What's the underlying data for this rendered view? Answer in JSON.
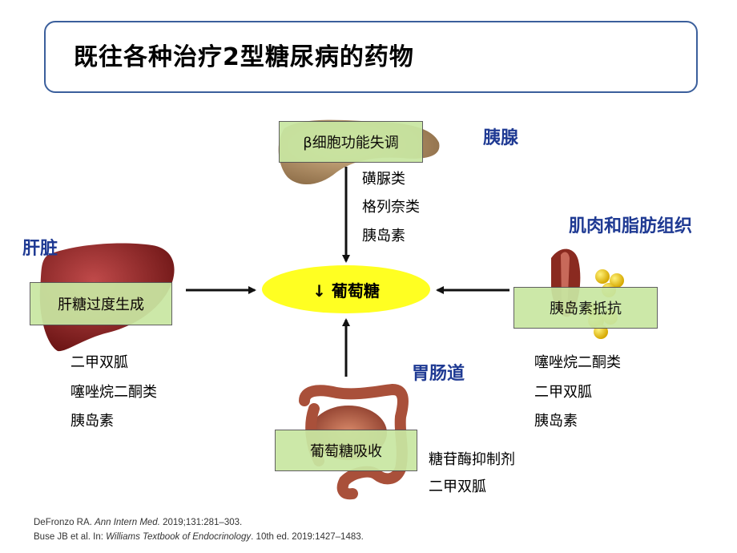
{
  "title": "既往各种治疗2型糖尿病的药物",
  "center": {
    "text": "↓ 葡萄糖"
  },
  "organs": {
    "pancreas": {
      "label": "胰腺",
      "defect": "β细胞功能失调",
      "drugs": [
        "磺脲类",
        "格列奈类",
        "胰岛素"
      ]
    },
    "liver": {
      "label": "肝脏",
      "defect": "肝糖过度生成",
      "drugs": [
        "二甲双胍",
        "噻唑烷二酮类",
        "胰岛素"
      ]
    },
    "muscle": {
      "label": "肌肉和脂肪组织",
      "defect": "胰岛素抵抗",
      "drugs": [
        "噻唑烷二酮类",
        "二甲双胍",
        "胰岛素"
      ]
    },
    "gut": {
      "label": "胃肠道",
      "defect": "葡萄糖吸收",
      "drugs": [
        "糖苷酶抑制剂",
        "二甲双胍"
      ]
    }
  },
  "references": [
    {
      "a": "DeFronzo RA. ",
      "b": "Ann Intern Med.",
      "c": " 2019;131:281–303."
    },
    {
      "a": "Buse JB et al. In: ",
      "b": "Williams Textbook of Endocrinology",
      "c": ". 10th ed. 2019:1427–1483."
    }
  ],
  "colors": {
    "label_blue": "#1f3a93",
    "box_green": "#c9e7a2",
    "center_yellow": "#ffff22",
    "frame_blue": "#3b5f9c"
  }
}
